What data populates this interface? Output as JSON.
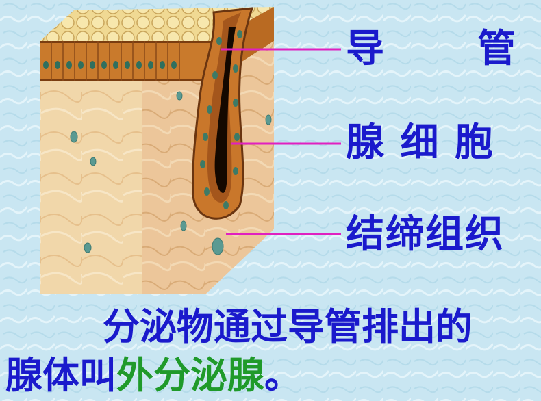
{
  "labels": {
    "duct_1": "导",
    "duct_2": "管",
    "gland_cell": "腺 细 胞",
    "connective_tissue": "结缔组织"
  },
  "caption": {
    "line1": "分泌物通过导管排出的",
    "line2_prefix": "腺体叫",
    "line2_term": "外分泌腺",
    "line2_end": "。"
  },
  "colors": {
    "label_text": "#1a1acc",
    "term_text": "#1f9a2a",
    "pointer_line": "#e020c0",
    "background": "#c9e6f2"
  }
}
